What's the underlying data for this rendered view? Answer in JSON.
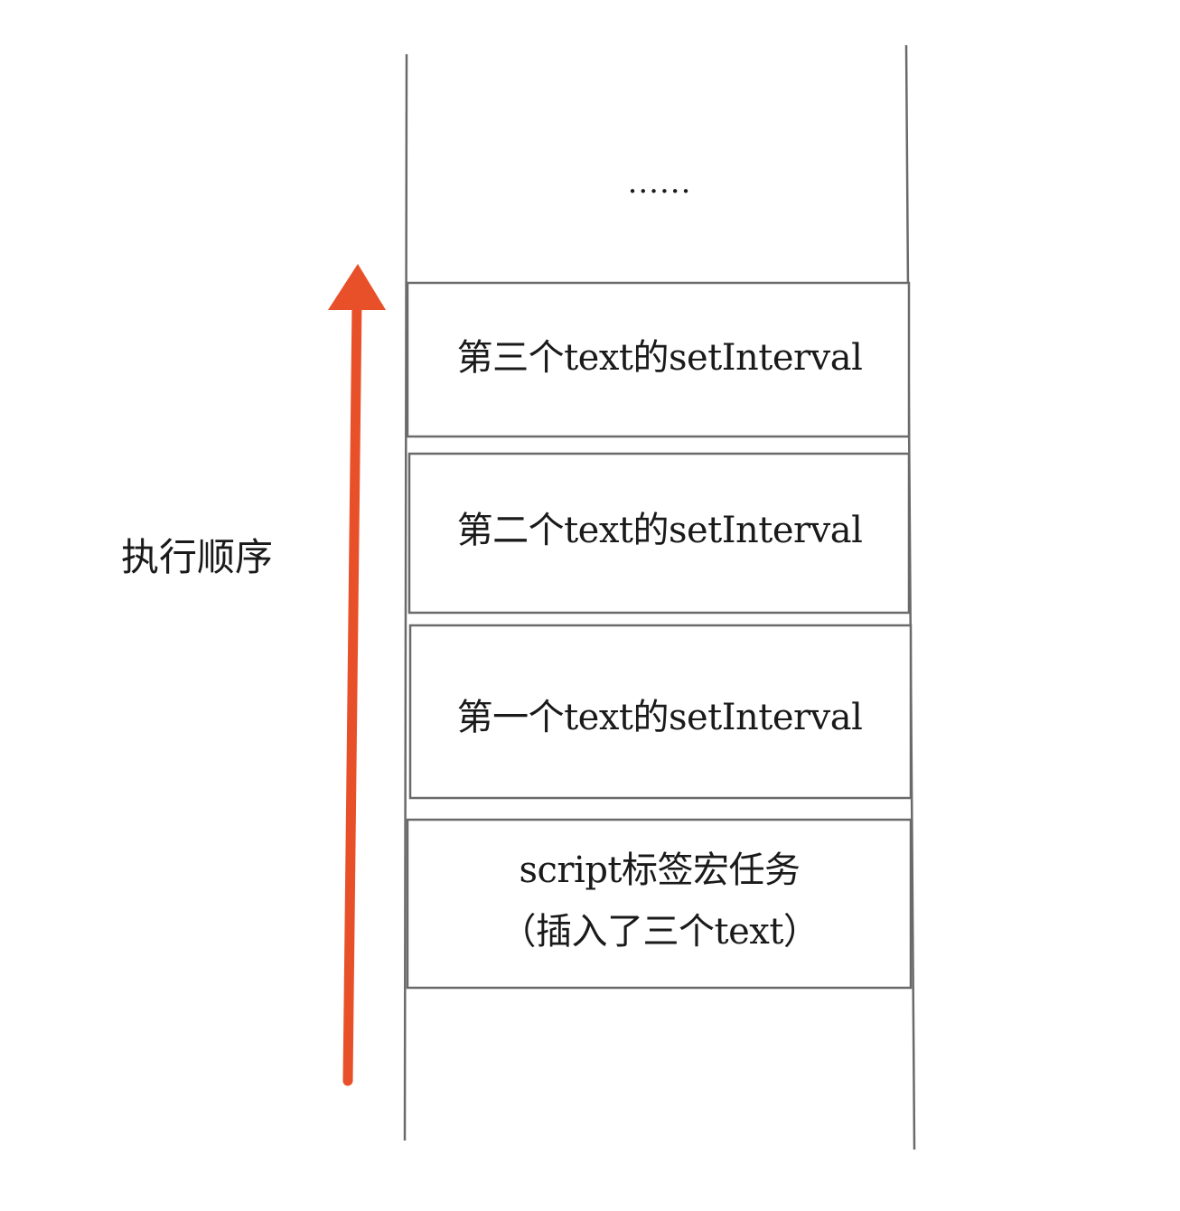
{
  "diagram": {
    "order_label": "执行顺序",
    "ellipsis": "......",
    "boxes": {
      "third": "第三个text的setInterval",
      "second": "第二个text的setInterval",
      "first": "第一个text的setInterval",
      "script": {
        "line1": "script标签宏任务",
        "line2": "（插入了三个text）"
      }
    }
  },
  "colors": {
    "arrow": "#e8502a",
    "line": "#6a6a6a",
    "text": "#1a1a1a",
    "background": "#ffffff"
  }
}
